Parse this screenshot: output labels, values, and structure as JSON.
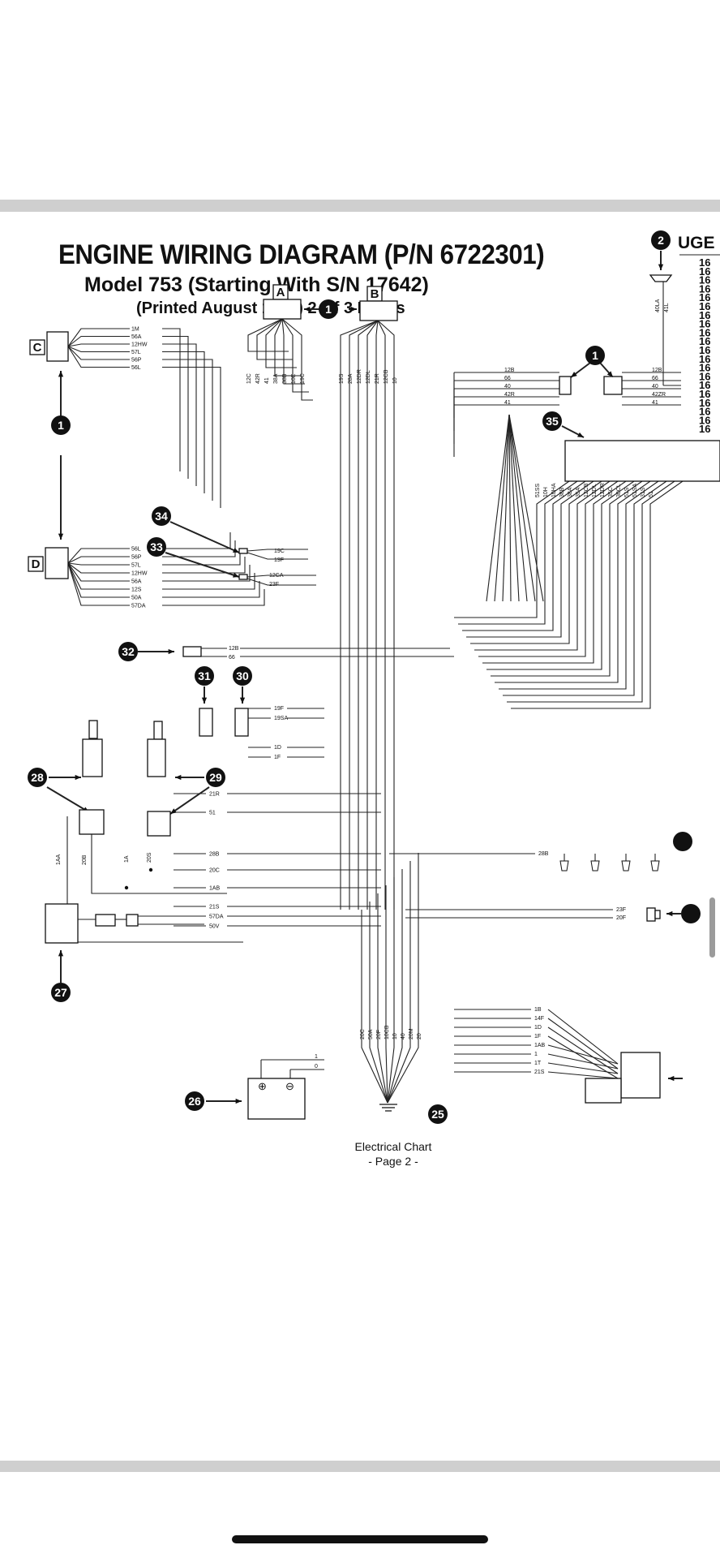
{
  "document": {
    "title": "ENGINE WIRING DIAGRAM (P/N 6722301)",
    "subtitle": "Model 753 (Starting With S/N 17642)",
    "printed": "(Printed August 1992) 2 Of 3 Pages",
    "footer_line1": "Electrical Chart",
    "footer_line2": "- Page 2 -"
  },
  "connectors": {
    "A": "A",
    "B": "B",
    "C": "C",
    "D": "D"
  },
  "callouts": [
    "1",
    "1",
    "1",
    "2",
    "25",
    "26",
    "27",
    "28",
    "29",
    "30",
    "31",
    "32",
    "33",
    "34",
    "35"
  ],
  "right_edge": {
    "header": "UGE",
    "values": [
      "16",
      "16",
      "16",
      "16",
      "16",
      "16",
      "16",
      "16",
      "16",
      "16",
      "16",
      "16",
      "16",
      "16",
      "16",
      "16",
      "16",
      "16",
      "16",
      "16"
    ]
  },
  "wire_labels": {
    "c_connector": [
      "1M",
      "56A",
      "12HW",
      "57L",
      "56P",
      "56L"
    ],
    "d_connector": [
      "56L",
      "56P",
      "57L",
      "12HW",
      "56A",
      "12S",
      "50A",
      "57DA"
    ],
    "a_connector": [
      "12C",
      "42R",
      "41",
      "38A",
      "38B",
      "10E",
      "19C"
    ],
    "b_connector": [
      "19S",
      "28A",
      "12DR",
      "12DL",
      "21R",
      "12CB",
      "10"
    ],
    "right_plug": [
      "12B",
      "66",
      "40",
      "42R",
      "41"
    ],
    "right_plug2": [
      "12B",
      "66",
      "40",
      "42ZR",
      "41"
    ],
    "conn35_vertical": [
      "51SS",
      "10H",
      "10HA",
      "38B",
      "38A",
      "35A",
      "12CB",
      "12DL",
      "12DR",
      "35C",
      "30CL",
      "51S",
      "51SA",
      "31S",
      "51"
    ],
    "item33": [
      "12CA",
      "23F"
    ],
    "item34": [
      "19C",
      "19F"
    ],
    "item32": [
      "12B",
      "66"
    ],
    "item30_31": [
      "19F",
      "19SA",
      "1D",
      "1F"
    ],
    "item28_29": [
      "21R",
      "51",
      "28B",
      "20C",
      "1AB",
      "21S",
      "57DA",
      "50V"
    ],
    "item28_vertical": [
      "1AA",
      "20B",
      "1A",
      "20S"
    ],
    "gauge_bar": [
      "28B"
    ],
    "sensor_right": [
      "23F",
      "20F"
    ],
    "ground_vertical": [
      "20C",
      "50A",
      "20F",
      "10CB",
      "10",
      "40",
      "20M",
      "20"
    ],
    "battery": [
      "1",
      "0"
    ],
    "lower_right": [
      "1B",
      "14F",
      "1D",
      "1F",
      "1AB",
      "1",
      "1T",
      "21S"
    ],
    "top_right_vertical": [
      "40LA",
      "41L"
    ]
  }
}
